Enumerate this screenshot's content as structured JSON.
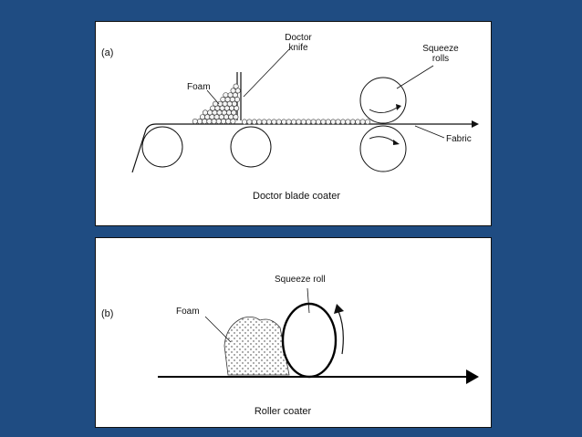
{
  "panel_a": {
    "letter": "(a)",
    "doctor_knife_line1": "Doctor",
    "doctor_knife_line2": "knife",
    "squeeze_rolls_line1": "Squeeze",
    "squeeze_rolls_line2": "rolls",
    "foam": "Foam",
    "fabric": "Fabric",
    "caption": "Doctor blade coater"
  },
  "panel_b": {
    "letter": "(b)",
    "squeeze_roll": "Squeeze roll",
    "foam": "Foam",
    "caption": "Roller coater"
  }
}
